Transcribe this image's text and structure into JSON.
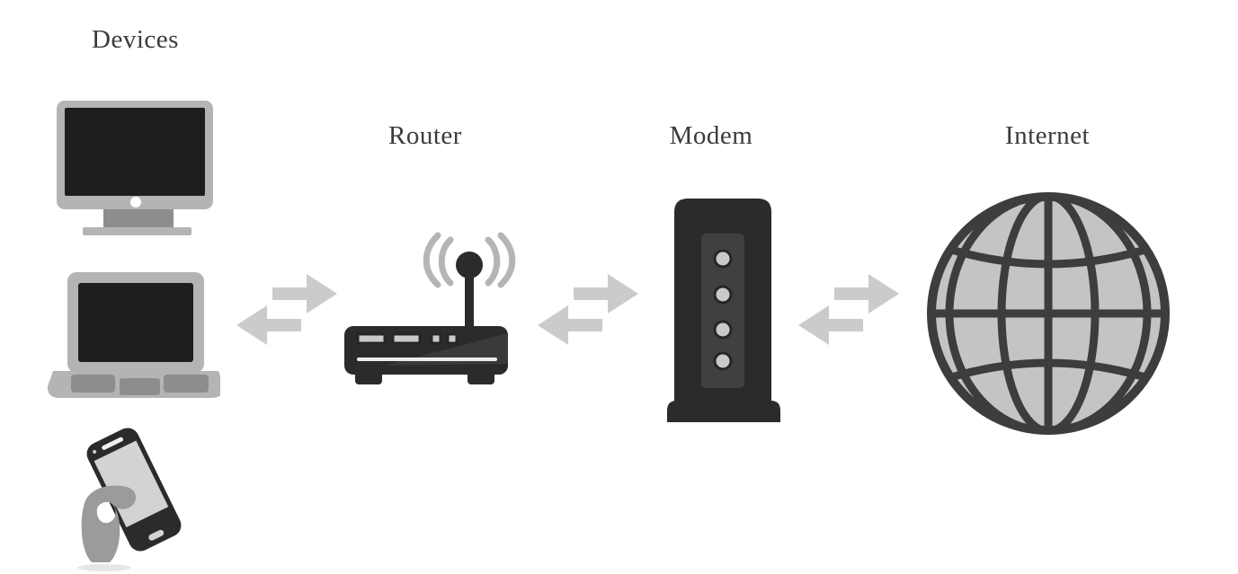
{
  "diagram": {
    "nodes": [
      {
        "id": "devices",
        "label": "Devices",
        "icons": [
          "desktop-monitor-icon",
          "laptop-icon",
          "smartphone-in-hand-icon"
        ]
      },
      {
        "id": "router",
        "label": "Router",
        "icons": [
          "wifi-router-icon"
        ]
      },
      {
        "id": "modem",
        "label": "Modem",
        "icons": [
          "modem-icon"
        ]
      },
      {
        "id": "internet",
        "label": "Internet",
        "icons": [
          "globe-icon"
        ]
      }
    ],
    "connections": [
      {
        "from": "Devices",
        "to": "Router",
        "style": "bidirectional-arrows"
      },
      {
        "from": "Router",
        "to": "Modem",
        "style": "bidirectional-arrows"
      },
      {
        "from": "Modem",
        "to": "Internet",
        "style": "bidirectional-arrows"
      }
    ],
    "colors": {
      "background": "#ffffff",
      "label_text": "#3b3b3b",
      "icon_dark": "#2b2b2b",
      "screen_dark": "#1e1e1e",
      "device_body": "#b4b4b4",
      "device_accent": "#8d8d8d",
      "hand": "#9b9b9b",
      "phone_screen": "#d3d3d3",
      "arrow": "#cbcbcb",
      "wifi_arc": "#b5b5b5",
      "led": "#c9c9c9",
      "modem_panel": "#404040",
      "router_stripe": "#ededed",
      "globe_fill": "#c4c4c4",
      "globe_line": "#3d3d3d"
    }
  }
}
